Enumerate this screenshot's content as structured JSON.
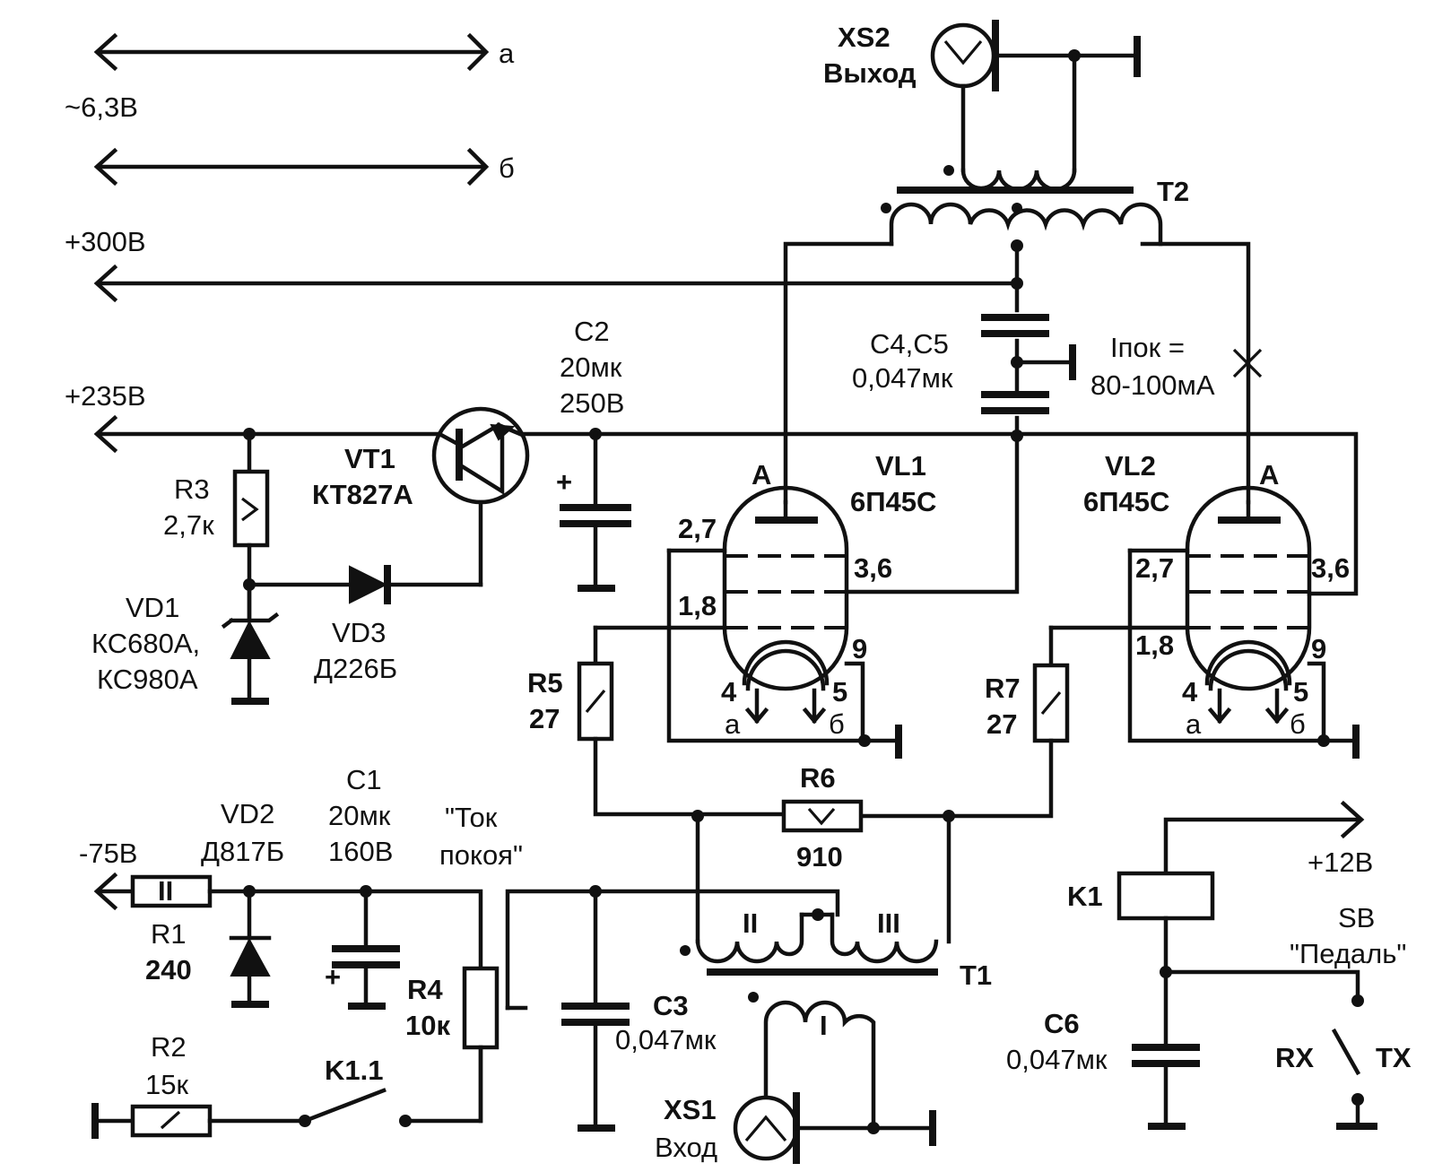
{
  "supply": {
    "heater_a": "а",
    "heater_b": "б",
    "heater_voltage": "~6,3В",
    "b300": "+300В",
    "b235": "+235В",
    "neg75": "-75В",
    "plus12": "+12В"
  },
  "xs2": {
    "ref": "XS2",
    "name": "Выход"
  },
  "xs1": {
    "ref": "XS1",
    "name": "Вход"
  },
  "t2": {
    "ref": "T2"
  },
  "t1": {
    "ref": "T1",
    "w1": "I",
    "w2": "II",
    "w3": "III"
  },
  "c4c5": {
    "ref": "C4,C5",
    "value": "0,047мк"
  },
  "ipok": {
    "label": "Iпок =",
    "value": "80-100мА"
  },
  "c2": {
    "ref": "C2",
    "cap": "20мк",
    "volt": "250В",
    "plus": "+"
  },
  "vt1": {
    "ref": "VT1",
    "type": "КТ827А"
  },
  "r3": {
    "ref": "R3",
    "value": "2,7к"
  },
  "vd1": {
    "ref": "VD1",
    "type1": "КС680А,",
    "type2": "КС980А"
  },
  "vd3": {
    "ref": "VD3",
    "type": "Д226Б"
  },
  "vl1": {
    "ref": "VL1",
    "type": "6П45С",
    "anode": "А",
    "p27": "2,7",
    "p36": "3,6",
    "p18": "1,8",
    "p9": "9",
    "p4": "4",
    "p5": "5",
    "ha": "а",
    "hb": "б"
  },
  "vl2": {
    "ref": "VL2",
    "type": "6П45С",
    "anode": "А",
    "p27": "2,7",
    "p36": "3,6",
    "p18": "1,8",
    "p9": "9",
    "p4": "4",
    "p5": "5",
    "ha": "а",
    "hb": "б"
  },
  "r5": {
    "ref": "R5",
    "value": "27"
  },
  "r7": {
    "ref": "R7",
    "value": "27"
  },
  "r6": {
    "ref": "R6",
    "value": "910"
  },
  "vd2": {
    "ref": "VD2",
    "type": "Д817Б"
  },
  "c1": {
    "ref": "C1",
    "cap": "20мк",
    "volt": "160В",
    "plus": "+"
  },
  "r1": {
    "ref": "R1",
    "value": "240",
    "mark": "II"
  },
  "r4": {
    "ref": "R4",
    "value": "10к",
    "name1": "\"Ток",
    "name2": "покоя\""
  },
  "c3": {
    "ref": "C3",
    "value": "0,047мк"
  },
  "r2": {
    "ref": "R2",
    "value": "15к"
  },
  "k1_1": {
    "ref": "K1.1"
  },
  "k1": {
    "ref": "K1"
  },
  "c6": {
    "ref": "C6",
    "value": "0,047мк"
  },
  "sb": {
    "ref": "SB",
    "name": "\"Педаль\"",
    "rx": "RX",
    "tx": "TX"
  }
}
